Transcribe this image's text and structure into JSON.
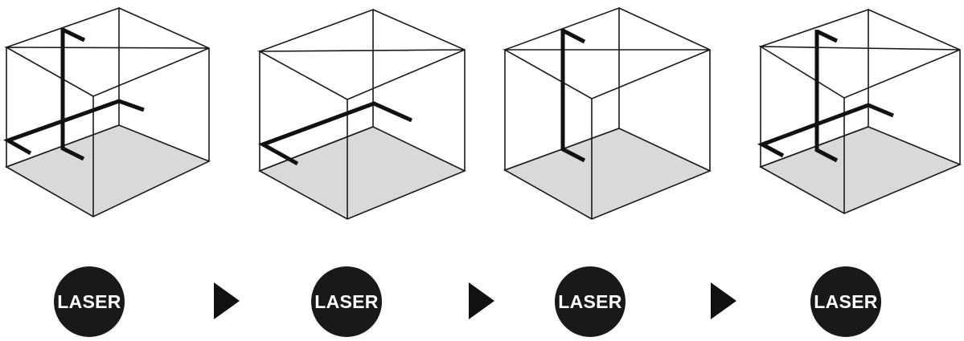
{
  "steps": [
    {
      "button_label": "LASER",
      "lines": [
        "vertical",
        "horizontal"
      ]
    },
    {
      "button_label": "LASER",
      "lines": [
        "horizontal"
      ]
    },
    {
      "button_label": "LASER",
      "lines": [
        "vertical"
      ]
    },
    {
      "button_label": "LASER",
      "lines": [
        "vertical",
        "horizontal"
      ]
    }
  ],
  "colors": {
    "button": "#1b1918",
    "floor": "#d9d9d9",
    "line": "#111111",
    "arrow": "#111111"
  },
  "icons": {
    "arrow": "play-triangle-icon"
  }
}
